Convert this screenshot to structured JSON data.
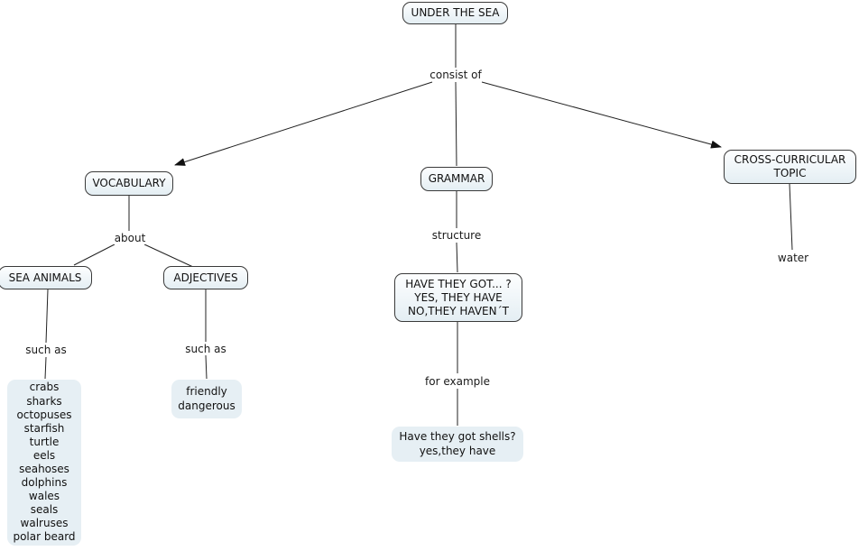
{
  "diagram": {
    "type": "concept-map",
    "title": "UNDER THE SEA",
    "nodes": {
      "under_the_sea": "UNDER THE SEA",
      "vocabulary": "VOCABULARY",
      "grammar": "GRAMMAR",
      "cross_curricular_topic": "CROSS-CURRICULAR TOPIC",
      "sea_animals": "SEA ANIMALS",
      "adjectives": "ADJECTIVES",
      "grammar_structure": [
        "HAVE THEY GOT... ?",
        "YES, THEY HAVE",
        "NO,THEY HAVEN´T"
      ],
      "animal_list": [
        "crabs",
        "sharks",
        "octopuses",
        "starfish",
        "turtle",
        "eels",
        "seahoses",
        "dolphins",
        "wales",
        "seals",
        "walruses",
        "polar beard"
      ],
      "adjective_list": [
        "friendly",
        "dangerous"
      ],
      "grammar_example": [
        "Have they got shells?",
        "yes,they have"
      ],
      "water": "water"
    },
    "linking_phrases": {
      "consist_of": "consist of",
      "about": "about",
      "such_as_animals": "such as",
      "such_as_adjectives": "such as",
      "structure": "structure",
      "for_example": "for example"
    },
    "colors": {
      "background": "#ffffff",
      "node_border": "#3a3a3a",
      "node_fill_top": "#fdfeff",
      "node_fill_bottom": "#e4eef3",
      "plain_box_fill": "#e6eff4",
      "line": "#222222",
      "text": "#111111"
    }
  }
}
